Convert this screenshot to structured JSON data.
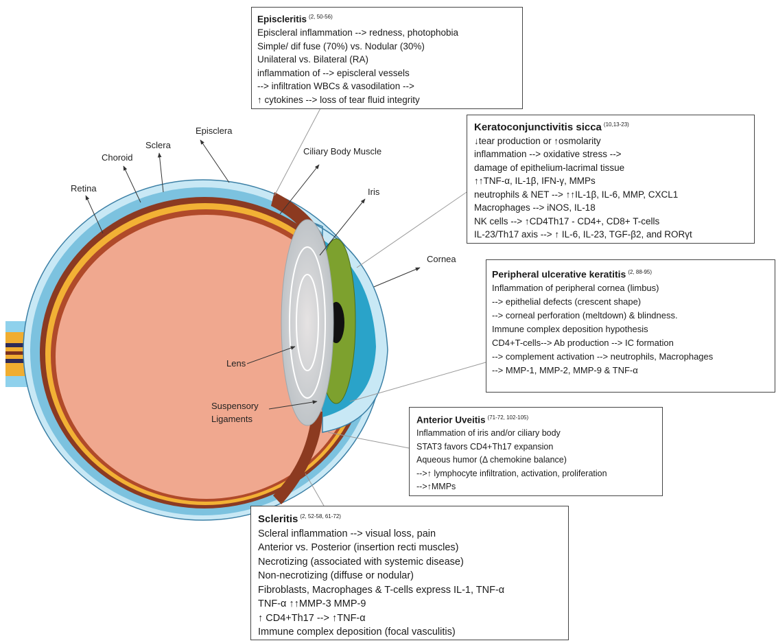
{
  "anatomy_labels": {
    "retina": "Retina",
    "choroid": "Choroid",
    "sclera": "Sclera",
    "episclera": "Episclera",
    "ciliary_body_muscle": "Ciliary Body Muscle",
    "iris": "Iris",
    "cornea": "Cornea",
    "lens": "Lens",
    "suspensory_ligaments_1": "Suspensory",
    "suspensory_ligaments_2": "Ligaments"
  },
  "boxes": {
    "episcleritis": {
      "title": "Episcleritis",
      "refs": "(2, 50-56)",
      "lines": [
        "Episcleral inflammation --> redness, photophobia",
        "Simple/ dif fuse  (70%) vs. Nodular (30%)",
        "Unilateral vs. Bilateral (RA)",
        "inflammation of --> episcleral vessels",
        "--> infiltration WBCs & vasodilation -->",
        "↑ cytokines --> loss of tear fluid integrity"
      ]
    },
    "kcs": {
      "title": "Keratoconjunctivitis sicca",
      "refs": "(10,13-23)",
      "lines": [
        "↓tear production or ↑osmolarity",
        "inflammation --> oxidative stress -->",
        "damage of epithelium-lacrimal tissue",
        "↑↑TNF-α, IL-1β, IFN-γ, MMPs",
        "neutrophils & NET --> ↑↑IL-1β, IL-6, MMP, CXCL1",
        "Macrophages --> iNOS, IL-18",
        "NK cells --> ↑CD4Th17 - CD4+, CD8+ T-cells",
        "IL-23/Th17 axis --> ↑ IL-6, IL-23, TGF-β2, and RORγt"
      ]
    },
    "puk": {
      "title": "Peripheral ulcerative keratitis",
      "refs": "(2, 88-95)",
      "lines": [
        " Inflammation of peripheral cornea (limbus)",
        " --> epithelial defects (crescent shape)",
        " -->  corneal perforation (meltdown) & blindness.",
        "Immune complex deposition hypothesis",
        "CD4+T-cells--> Ab production --> IC formation",
        " --> complement activation --> neutrophils, Macrophages",
        "--> MMP-1, MMP-2, MMP-9 & TNF-α"
      ]
    },
    "uveitis": {
      "title": "Anterior Uveitis",
      "refs": "(71-72, 102-105)",
      "lines": [
        "Inflammation of iris and/or ciliary body",
        "STAT3 favors CD4+Th17 expansion",
        "Aqueous humor (Δ chemokine balance)",
        "-->↑ lymphocyte infiltration, activation, proliferation",
        "-->↑MMPs"
      ]
    },
    "scleritis": {
      "title": "Scleritis",
      "refs": "(2, 52-58, 61-72)",
      "lines": [
        "Scleral inflammation  --> visual loss, pain",
        "Anterior vs. Posterior (insertion recti muscles)",
        "Necrotizing (associated with systemic disease)",
        "Non-necrotizing (diffuse or nodular)",
        "Fibroblasts, Macrophages & T-cells express IL-1, TNF-α",
        "TNF-α  ↑↑MMP-3 MMP-9",
        " ↑ CD4+Th17 --> ↑TNF-α",
        "Immune complex deposition (focal vasculitis)"
      ]
    }
  },
  "colors": {
    "vitreous": "#f0a88f",
    "sclera_blue": "#7fc3e0",
    "sclera_light": "#c5e6f3",
    "choroid_brown": "#8c3a20",
    "retina_yellow": "#f2b135",
    "iris_green": "#7da12e",
    "cornea_teal": "#2aa3c9"
  }
}
